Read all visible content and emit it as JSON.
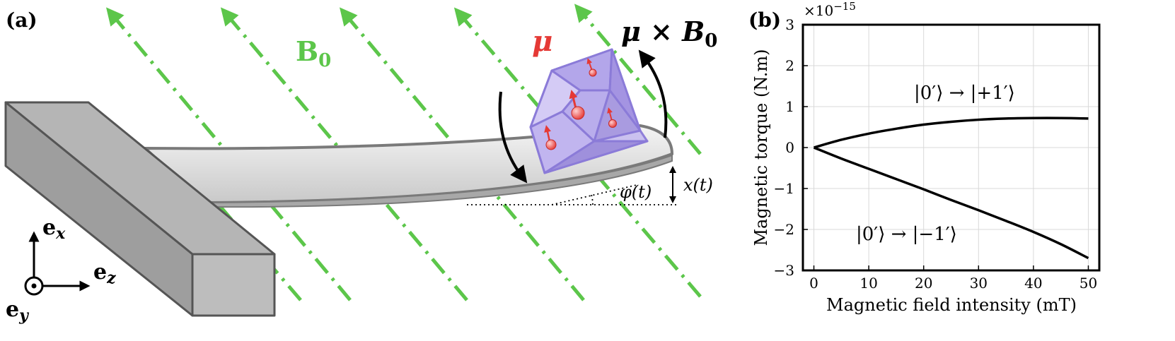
{
  "panel_a": {
    "label": "(a)",
    "field_label": "B",
    "field_sub": "0",
    "mu_label": "μ",
    "torque_label": "μ × B",
    "torque_sub": "0",
    "angle_label": "φ(t)",
    "displacement_label": "x(t)",
    "axis_x": "e",
    "axis_x_sub": "x",
    "axis_z": "e",
    "axis_z_sub": "z",
    "axis_y": "e",
    "axis_y_sub": "y",
    "colors": {
      "field": "#5cc64a",
      "crystal": "#a99be0",
      "spin": "#e53935",
      "beam": "#d6d6d6"
    }
  },
  "panel_b": {
    "label": "(b)",
    "chart_data": {
      "type": "line",
      "xlabel": "Magnetic field intensity (mT)",
      "ylabel": "Magnetic torque (N.m)",
      "multiplier": "×10",
      "multiplier_exp": "−15",
      "xlim": [
        -2,
        52
      ],
      "ylim": [
        -3,
        3
      ],
      "xticks": [
        0,
        10,
        20,
        30,
        40,
        50
      ],
      "yticks": [
        -3,
        -2,
        -1,
        0,
        1,
        2,
        3
      ],
      "xtick_labels": [
        "0",
        "10",
        "20",
        "30",
        "40",
        "50"
      ],
      "ytick_labels": [
        "−3",
        "−2",
        "−1",
        "0",
        "1",
        "2",
        "3"
      ],
      "grid": true,
      "series": [
        {
          "name": "|0′⟩ → |+1′⟩",
          "x": [
            0,
            5,
            10,
            15,
            20,
            25,
            30,
            35,
            40,
            45,
            50
          ],
          "y": [
            0,
            0.19,
            0.34,
            0.46,
            0.56,
            0.63,
            0.68,
            0.71,
            0.72,
            0.72,
            0.71
          ]
        },
        {
          "name": "|0′⟩ → |−1′⟩",
          "x": [
            0,
            5,
            10,
            15,
            20,
            25,
            30,
            35,
            40,
            45,
            50
          ],
          "y": [
            0,
            -0.27,
            -0.52,
            -0.77,
            -1.02,
            -1.28,
            -1.53,
            -1.79,
            -2.06,
            -2.36,
            -2.7
          ]
        }
      ]
    }
  }
}
